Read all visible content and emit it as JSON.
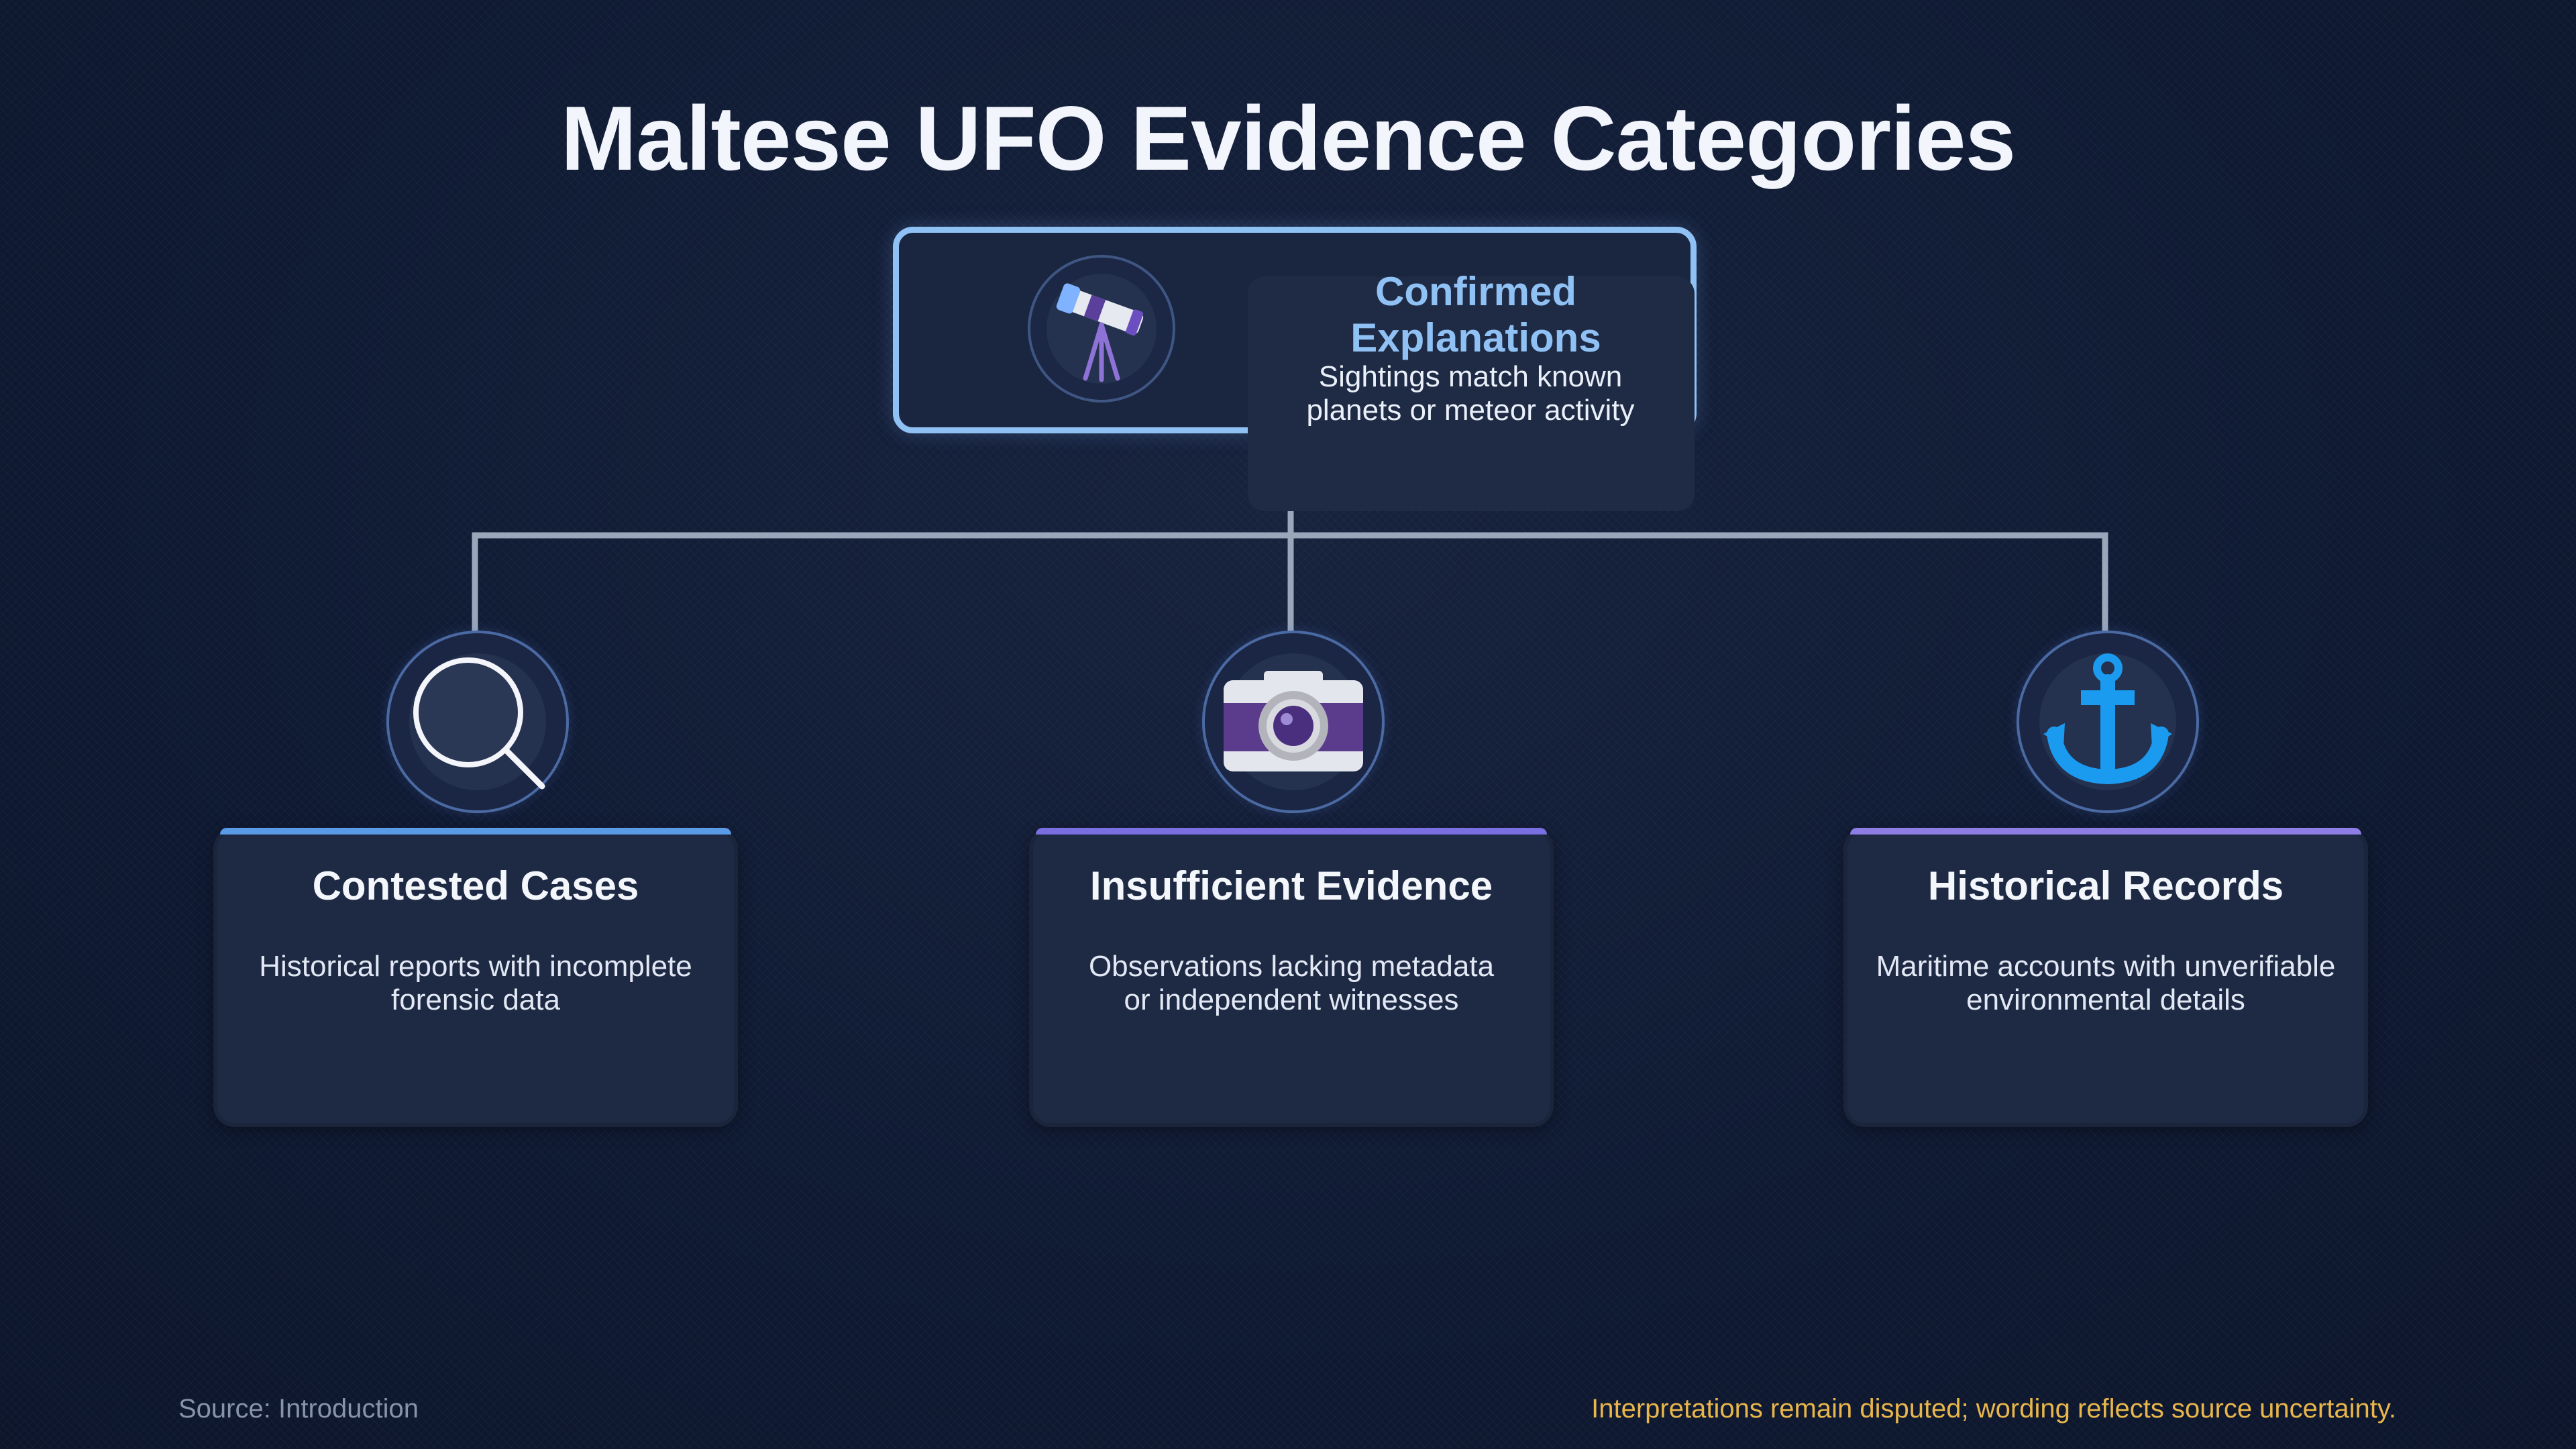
{
  "title": "Maltese UFO Evidence Categories",
  "top_node": {
    "heading": "Confirmed Explanations",
    "description": "Sightings match known\nplanets or meteor activity",
    "icon": "telescope-icon"
  },
  "categories": [
    {
      "heading": "Contested Cases",
      "description": "Historical reports with incomplete\nforensic data",
      "icon": "magnifying-glass-icon",
      "accent": "#5a9be8"
    },
    {
      "heading": "Insufficient Evidence",
      "description": "Observations lacking metadata\nor independent witnesses",
      "icon": "camera-icon",
      "accent": "#7a6fe0"
    },
    {
      "heading": "Historical Records",
      "description": "Maritime accounts with unverifiable\nenvironmental details",
      "icon": "anchor-icon",
      "accent": "#8f7de6"
    }
  ],
  "footer": {
    "source": "Source: Introduction",
    "note": "Interpretations remain disputed; wording reflects source uncertainty."
  },
  "colors": {
    "connector": "#9aa6ba",
    "top_accent": "#8fc1f5",
    "note": "#e8b64a"
  }
}
